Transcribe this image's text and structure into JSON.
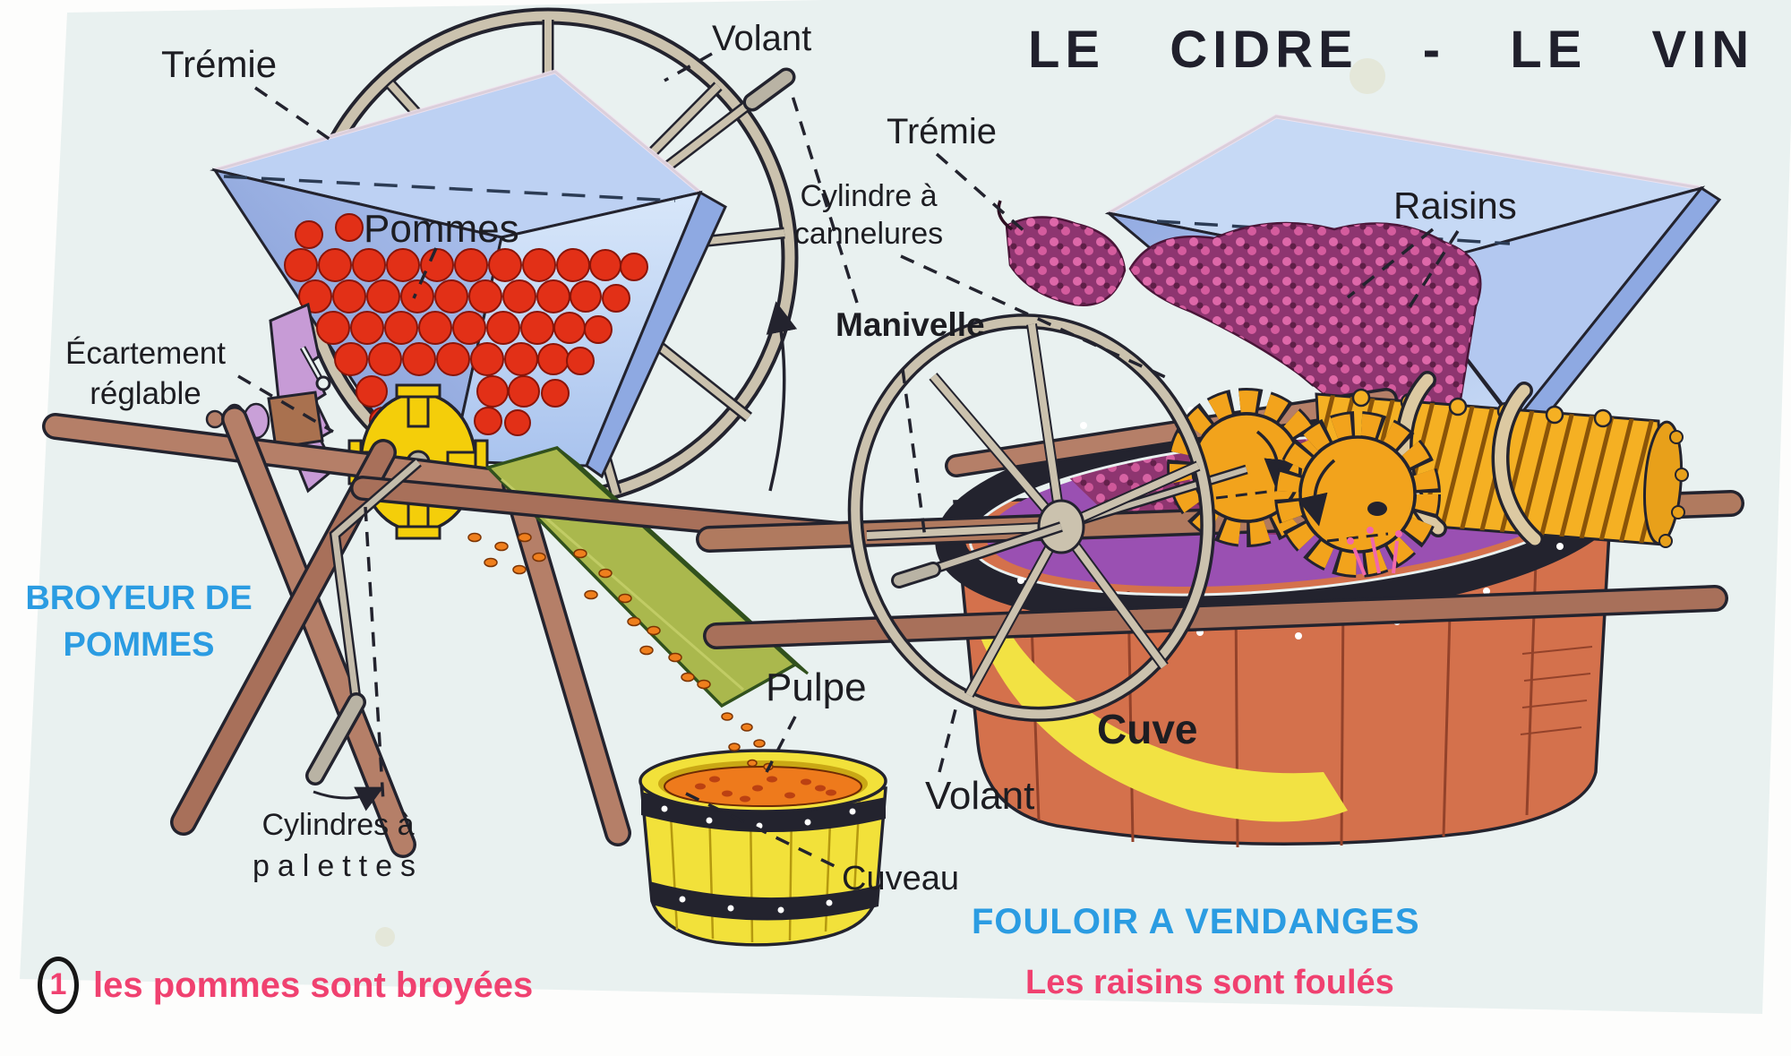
{
  "title": "LE CIDRE - LE VIN",
  "left": {
    "heading_line1": "BROYEUR DE",
    "heading_line2": "POMMES",
    "step_number": "1",
    "caption": "les pommes sont broyées",
    "labels": {
      "tremie": "Trémie",
      "volant": "Volant",
      "pommes": "Pommes",
      "ecartement_line1": "Écartement",
      "ecartement_line2": "réglable",
      "manivelle": "Manivelle",
      "pulpe": "Pulpe",
      "cylindres_line1": "Cylindres à",
      "cylindres_line2": "palettes",
      "cuveau": "Cuveau"
    }
  },
  "right": {
    "heading": "FOULOIR A VENDANGES",
    "caption": "Les raisins sont foulés",
    "labels": {
      "tremie": "Trémie",
      "cylindre_line1": "Cylindre à",
      "cylindre_line2": "cannelures",
      "raisins": "Raisins",
      "volant": "Volant",
      "cuve": "Cuve"
    }
  },
  "colors": {
    "heading_blue": "#2b9ce2",
    "caption_pink": "#f04170",
    "card_background": "#e9f1f0",
    "label_black": "#1d1d22"
  }
}
